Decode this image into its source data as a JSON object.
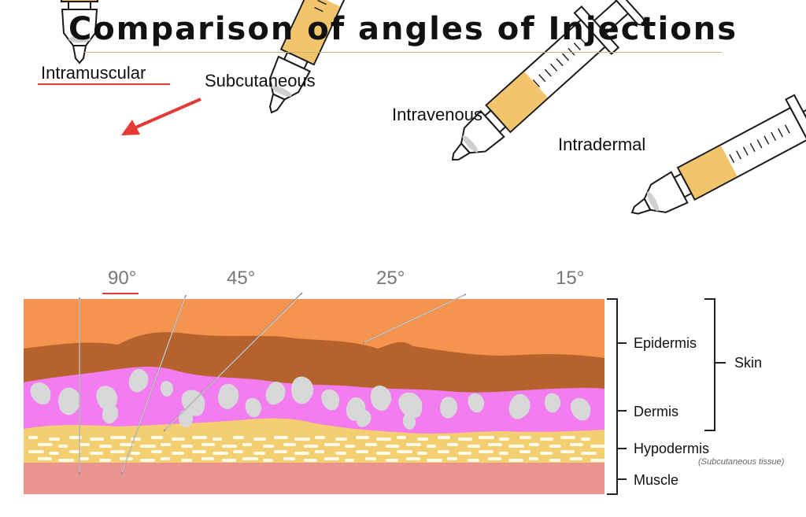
{
  "title": "Comparison of angles of Injections",
  "injections": [
    {
      "name": "Intramuscular",
      "angle": "90°"
    },
    {
      "name": "Subcutaneous",
      "angle": "45°"
    },
    {
      "name": "Intravenous",
      "angle": "25°"
    },
    {
      "name": "Intradermal",
      "angle": "15°"
    }
  ],
  "layers": {
    "epidermis": "Epidermis",
    "dermis": "Dermis",
    "hypodermis": "Hypodermis",
    "hypodermis_note": "(Subcutaneous tissue)",
    "muscle": "Muscle",
    "skin": "Skin"
  },
  "colors": {
    "epidermis": "#f4944f",
    "dermis_dark": "#b5622c",
    "dermis_pink": "#f27cf0",
    "hypodermis": "#f3cf72",
    "muscle": "#ea9490",
    "medicine": "#f2c56d",
    "highlight": "#e53935"
  },
  "icons": [
    "syringe-icon",
    "arrow-icon"
  ]
}
